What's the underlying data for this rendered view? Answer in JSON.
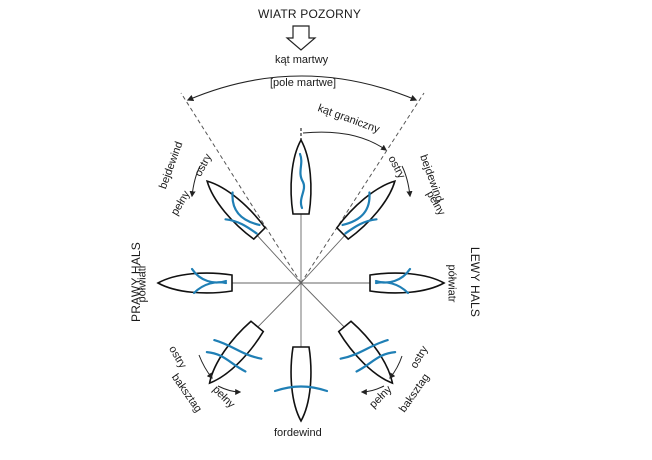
{
  "diagram": {
    "title": "WIATR POZORNY",
    "dead_angle": "kąt martwy",
    "dead_field": "[pole martwe]",
    "limit_angle": "kąt graniczny",
    "starboard_tack": "PRAWY HALS",
    "port_tack": "LEWY HALS",
    "courses": {
      "close_hauled": "bejdewind",
      "sharp": "ostry",
      "full": "pełny",
      "beam_reach": "półwiatr",
      "broad_reach": "baksztag",
      "running": "fordewind"
    },
    "colors": {
      "sail": "#1f7fb5",
      "hull": "#111111",
      "lines": "#444444"
    }
  }
}
